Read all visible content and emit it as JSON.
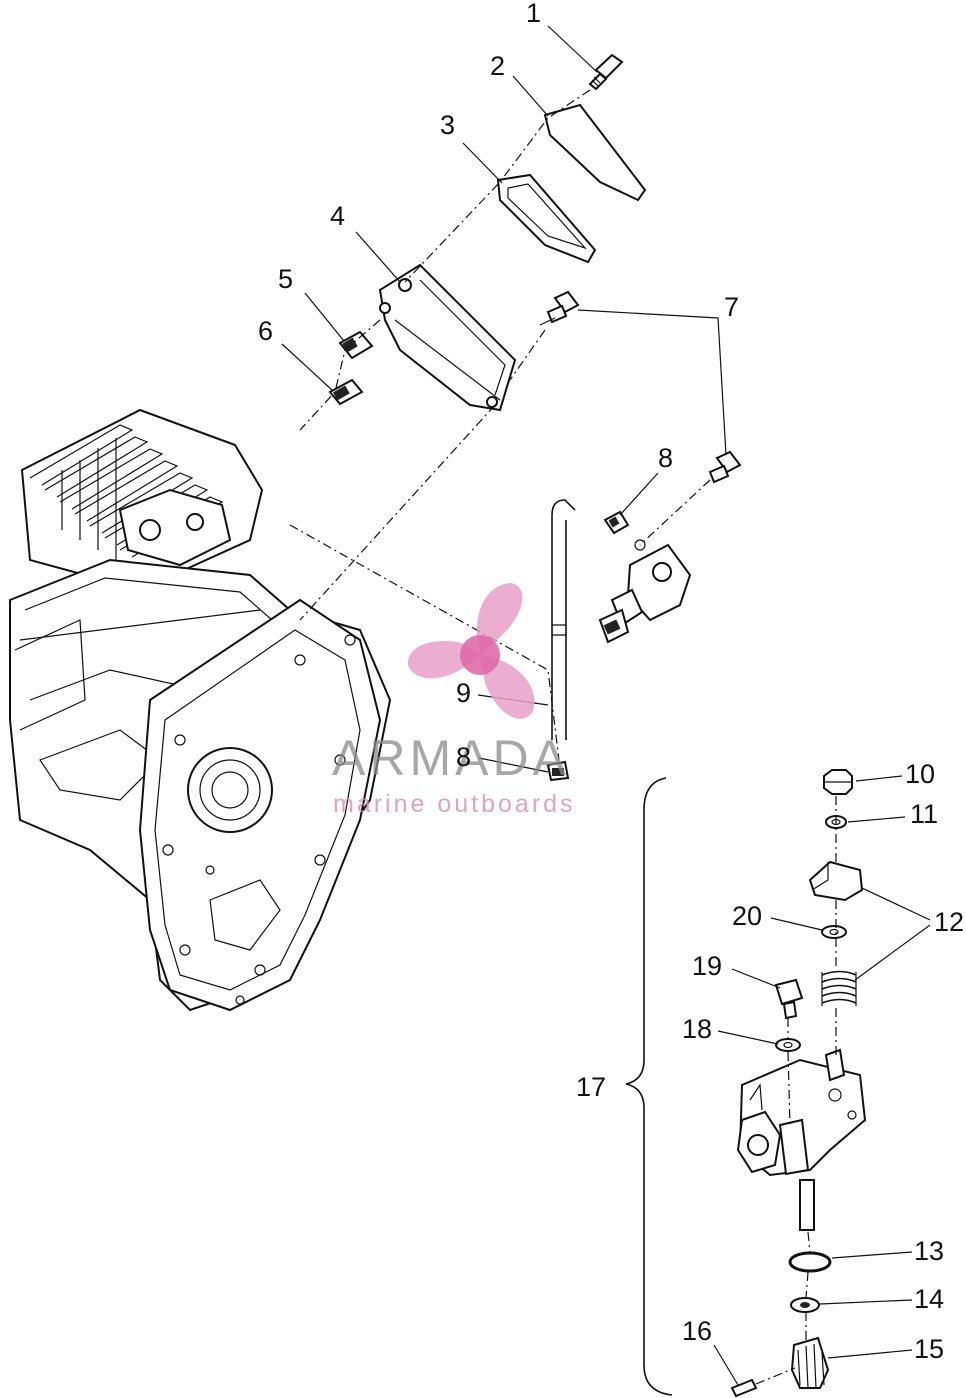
{
  "watermark": {
    "brand": "ARMADA",
    "tagline": "marine outboards",
    "color_primary": "#e8a0c8",
    "color_hub": "#e06aa8"
  },
  "labels": [
    {
      "id": "1",
      "text": "1"
    },
    {
      "id": "2",
      "text": "2"
    },
    {
      "id": "3",
      "text": "3"
    },
    {
      "id": "4",
      "text": "4"
    },
    {
      "id": "5",
      "text": "5"
    },
    {
      "id": "6",
      "text": "6"
    },
    {
      "id": "7",
      "text": "7"
    },
    {
      "id": "8a",
      "text": "8"
    },
    {
      "id": "8b",
      "text": "8"
    },
    {
      "id": "9",
      "text": "9"
    },
    {
      "id": "10",
      "text": "10"
    },
    {
      "id": "11",
      "text": "11"
    },
    {
      "id": "12",
      "text": "12"
    },
    {
      "id": "13",
      "text": "13"
    },
    {
      "id": "14",
      "text": "14"
    },
    {
      "id": "15",
      "text": "15"
    },
    {
      "id": "16",
      "text": "16"
    },
    {
      "id": "17",
      "text": "17"
    },
    {
      "id": "18",
      "text": "18"
    },
    {
      "id": "19",
      "text": "19"
    },
    {
      "id": "20",
      "text": "20"
    }
  ]
}
